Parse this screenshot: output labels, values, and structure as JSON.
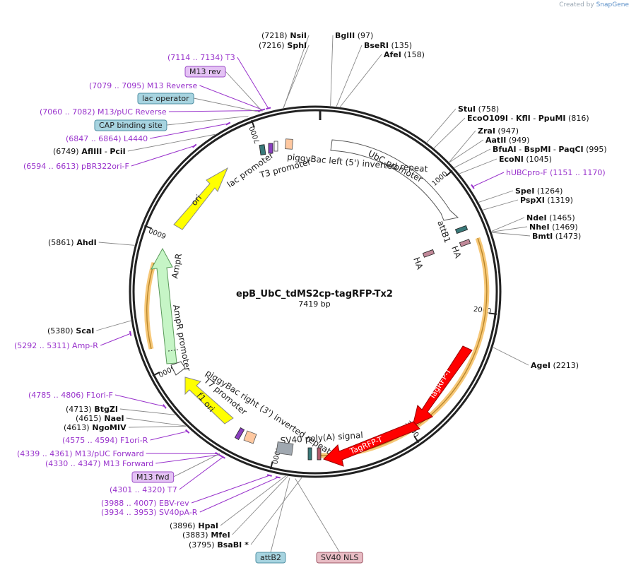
{
  "credit": {
    "prefix": "Created by",
    "brand": "SnapGene"
  },
  "plasmid": {
    "name": "epB_UbC_tdMS2cp-tagRFP-Tx2",
    "size_label": "7419 bp",
    "length": 7419
  },
  "ticks": [
    "1000",
    "2000",
    "3000",
    "4000",
    "5000",
    "6000",
    "7000"
  ],
  "sites": [
    {
      "id": "nsii",
      "side": "L",
      "parts": [
        [
          "(7218)",
          false
        ],
        [
          "NsiI",
          true
        ]
      ],
      "pos": 7218
    },
    {
      "id": "sphi",
      "side": "L",
      "parts": [
        [
          "(7216)",
          false
        ],
        [
          "SphI",
          true
        ]
      ],
      "pos": 7216
    },
    {
      "id": "aflIII",
      "side": "L",
      "parts": [
        [
          "(6749)",
          false
        ],
        [
          "AflIII",
          true
        ],
        [
          "-",
          false
        ],
        [
          "PciI",
          true
        ]
      ],
      "pos": 6749
    },
    {
      "id": "ahdi",
      "side": "L",
      "parts": [
        [
          "(5861)",
          false
        ],
        [
          "AhdI",
          true
        ]
      ],
      "pos": 5861
    },
    {
      "id": "scai",
      "side": "L",
      "parts": [
        [
          "(5380)",
          false
        ],
        [
          "ScaI",
          true
        ]
      ],
      "pos": 5380
    },
    {
      "id": "btgzi",
      "side": "L",
      "parts": [
        [
          "(4713)",
          false
        ],
        [
          "BtgZI",
          true
        ]
      ],
      "pos": 4713
    },
    {
      "id": "naei",
      "side": "L",
      "parts": [
        [
          "(4615)",
          false
        ],
        [
          "NaeI",
          true
        ]
      ],
      "pos": 4615
    },
    {
      "id": "ngomiv",
      "side": "L",
      "parts": [
        [
          "(4613)",
          false
        ],
        [
          "NgoMIV",
          true
        ]
      ],
      "pos": 4613
    },
    {
      "id": "hpai",
      "side": "L",
      "parts": [
        [
          "(3896)",
          false
        ],
        [
          "HpaI",
          true
        ]
      ],
      "pos": 3896
    },
    {
      "id": "mfei",
      "side": "L",
      "parts": [
        [
          "(3883)",
          false
        ],
        [
          "MfeI",
          true
        ]
      ],
      "pos": 3883
    },
    {
      "id": "bsabi",
      "side": "L",
      "parts": [
        [
          "(3795)",
          false
        ],
        [
          "BsaBI *",
          true
        ]
      ],
      "pos": 3795
    },
    {
      "id": "bglii",
      "side": "R",
      "parts": [
        [
          "BglII",
          true
        ],
        [
          "(97)",
          false
        ]
      ],
      "pos": 97
    },
    {
      "id": "bseri",
      "side": "R",
      "parts": [
        [
          "BseRI",
          true
        ],
        [
          "(135)",
          false
        ]
      ],
      "pos": 135
    },
    {
      "id": "afei",
      "side": "R",
      "parts": [
        [
          "AfeI",
          true
        ],
        [
          "(158)",
          false
        ]
      ],
      "pos": 158
    },
    {
      "id": "stui",
      "side": "R",
      "parts": [
        [
          "StuI",
          true
        ],
        [
          "(758)",
          false
        ]
      ],
      "pos": 758
    },
    {
      "id": "eco0109i",
      "side": "R",
      "parts": [
        [
          "EcoO109I",
          true
        ],
        [
          "-",
          false
        ],
        [
          "KflI",
          true
        ],
        [
          "-",
          false
        ],
        [
          "PpuMI",
          true
        ],
        [
          "(816)",
          false
        ]
      ],
      "pos": 816
    },
    {
      "id": "zrai",
      "side": "R",
      "parts": [
        [
          "ZraI",
          true
        ],
        [
          "(947)",
          false
        ]
      ],
      "pos": 947
    },
    {
      "id": "aatii",
      "side": "R",
      "parts": [
        [
          "AatII",
          true
        ],
        [
          "(949)",
          false
        ]
      ],
      "pos": 949
    },
    {
      "id": "bfuai",
      "side": "R",
      "parts": [
        [
          "BfuAI",
          true
        ],
        [
          "-",
          false
        ],
        [
          "BspMI",
          true
        ],
        [
          "-",
          false
        ],
        [
          "PaqCI",
          true
        ],
        [
          "(995)",
          false
        ]
      ],
      "pos": 995
    },
    {
      "id": "ecoi",
      "side": "R",
      "parts": [
        [
          "EcoNI",
          true
        ],
        [
          "(1045)",
          false
        ]
      ],
      "pos": 1045
    },
    {
      "id": "spei",
      "side": "R",
      "parts": [
        [
          "SpeI",
          true
        ],
        [
          "(1264)",
          false
        ]
      ],
      "pos": 1264
    },
    {
      "id": "pspxi",
      "side": "R",
      "parts": [
        [
          "PspXI",
          true
        ],
        [
          "(1319)",
          false
        ]
      ],
      "pos": 1319
    },
    {
      "id": "ndei",
      "side": "R",
      "parts": [
        [
          "NdeI",
          true
        ],
        [
          "(1465)",
          false
        ]
      ],
      "pos": 1465
    },
    {
      "id": "nhei",
      "side": "R",
      "parts": [
        [
          "NheI",
          true
        ],
        [
          "(1469)",
          false
        ]
      ],
      "pos": 1469
    },
    {
      "id": "bmti",
      "side": "R",
      "parts": [
        [
          "BmtI",
          true
        ],
        [
          "(1473)",
          false
        ]
      ],
      "pos": 1473
    },
    {
      "id": "agei",
      "side": "R",
      "parts": [
        [
          "AgeI",
          true
        ],
        [
          "(2213)",
          false
        ]
      ],
      "pos": 2213
    }
  ],
  "primers": [
    {
      "id": "t3",
      "text": "(7114 .. 7134)  T3",
      "pos": 7124
    },
    {
      "id": "m13rev-primer",
      "text": "(7079 .. 7095)  M13 Reverse",
      "pos": 7087
    },
    {
      "id": "m13puc-rev",
      "text": "(7060 .. 7082)  M13/pUC Reverse",
      "pos": 7071
    },
    {
      "id": "l4440",
      "text": "(6847 .. 6864)  L4440",
      "pos": 6855
    },
    {
      "id": "pbr322ori",
      "text": "(6594 .. 6613)  pBR322ori-F",
      "pos": 6603
    },
    {
      "id": "ampr-primer",
      "text": "(5292 .. 5311)  Amp-R",
      "pos": 5301
    },
    {
      "id": "f1ori-f",
      "text": "(4785 .. 4806)  F1ori-F",
      "pos": 4795
    },
    {
      "id": "f1ori-r",
      "text": "(4575 .. 4594)  F1ori-R",
      "pos": 4584
    },
    {
      "id": "m13puc-fwd",
      "text": "(4339 .. 4361)  M13/pUC Forward",
      "pos": 4350
    },
    {
      "id": "m13fwd-primer",
      "text": "(4330 .. 4347)  M13 Forward",
      "pos": 4338
    },
    {
      "id": "t7",
      "text": "(4301 .. 4320)  T7",
      "pos": 4310
    },
    {
      "id": "ebv-rev",
      "text": "(3988 .. 4007)  EBV-rev",
      "pos": 3997
    },
    {
      "id": "sv40pa-r",
      "text": "(3934 .. 3953)  SV40pA-R",
      "pos": 3943
    },
    {
      "id": "hubcpro",
      "text": "hUBCpro-F    (1151 .. 1170)",
      "pos": 1160
    }
  ],
  "boxes": [
    {
      "id": "m13-rev-box",
      "text": "M13 rev",
      "color": "#e4c2f4",
      "border": "#9d4fc9"
    },
    {
      "id": "lac-operator-box",
      "text": "lac operator",
      "color": "#a7d4e0",
      "border": "#4f8fa3"
    },
    {
      "id": "cap-binding-box",
      "text": "CAP binding site",
      "color": "#a7d4e0",
      "border": "#4f8fa3"
    },
    {
      "id": "m13-fwd-box",
      "text": "M13 fwd",
      "color": "#e4c2f4",
      "border": "#9d4fc9"
    },
    {
      "id": "attb2-box",
      "text": "attB2",
      "color": "#a7d4e0",
      "border": "#4f8fa3"
    },
    {
      "id": "sv40nls-box",
      "text": "SV40 NLS",
      "color": "#e8bcc4",
      "border": "#a05a68"
    }
  ],
  "features": [
    {
      "id": "ubc",
      "label": "UbC promoter",
      "color": "#ffffff"
    },
    {
      "id": "ori",
      "label": "ori",
      "color": "#ffff00"
    },
    {
      "id": "ampr",
      "label": "AmpR",
      "color": "#c6f5c6"
    },
    {
      "id": "ampr-promoter",
      "label": "AmpR promoter",
      "color": "#ffffff"
    },
    {
      "id": "f1ori",
      "label": "f1 ori",
      "color": "#ffff00"
    },
    {
      "id": "tagrfp1",
      "label": "TagRFP-T",
      "color": "#ff0000"
    },
    {
      "id": "tagrfp2",
      "label": "TagRFP-T",
      "color": "#ff0000"
    }
  ],
  "misc_labels": {
    "lac_promoter": "lac promoter",
    "t3_promoter": "T3 promoter",
    "pbl": "piggyBac left (5') inverted repeat",
    "pbr": "piggyBac right (3') inverted repeat",
    "t7_promoter": "T7 promoter",
    "sv40pa": "SV40 poly(A) signal",
    "attb1": "attB1",
    "ha1": "HA",
    "ha2": "HA"
  },
  "colors": {
    "primer": "#9933cc",
    "ring": "#222222",
    "orange_glow": "#f0b050"
  }
}
